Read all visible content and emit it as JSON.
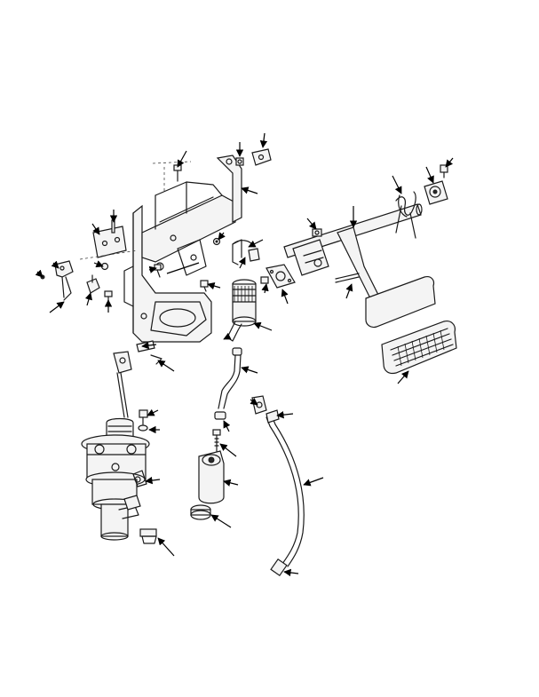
{
  "diagram": {
    "background": "#ffffff",
    "line_color": "#1a1a1a",
    "callouts": [
      {
        "id": "c1",
        "label": ""
      },
      {
        "id": "c2",
        "label": ""
      },
      {
        "id": "c3",
        "label": ""
      },
      {
        "id": "c4",
        "label": ""
      },
      {
        "id": "c5",
        "label": ""
      },
      {
        "id": "c6",
        "label": ""
      },
      {
        "id": "c7",
        "label": ""
      },
      {
        "id": "c8",
        "label": ""
      },
      {
        "id": "c9",
        "label": ""
      },
      {
        "id": "c10",
        "label": ""
      },
      {
        "id": "c11",
        "label": ""
      },
      {
        "id": "c12",
        "label": ""
      },
      {
        "id": "c13",
        "label": ""
      },
      {
        "id": "c14",
        "label": ""
      },
      {
        "id": "c15",
        "label": ""
      },
      {
        "id": "c16",
        "label": ""
      },
      {
        "id": "c17",
        "label": ""
      },
      {
        "id": "c18",
        "label": ""
      },
      {
        "id": "c19",
        "label": ""
      },
      {
        "id": "c20",
        "label": ""
      },
      {
        "id": "c21",
        "label": ""
      },
      {
        "id": "c22",
        "label": ""
      },
      {
        "id": "c23",
        "label": ""
      },
      {
        "id": "c24",
        "label": ""
      },
      {
        "id": "c25",
        "label": ""
      },
      {
        "id": "c26",
        "label": ""
      },
      {
        "id": "c27",
        "label": ""
      },
      {
        "id": "c28",
        "label": ""
      },
      {
        "id": "c29",
        "label": ""
      },
      {
        "id": "c30",
        "label": ""
      },
      {
        "id": "c31",
        "label": ""
      },
      {
        "id": "c32",
        "label": ""
      },
      {
        "id": "c33",
        "label": ""
      },
      {
        "id": "c34",
        "label": ""
      }
    ]
  }
}
